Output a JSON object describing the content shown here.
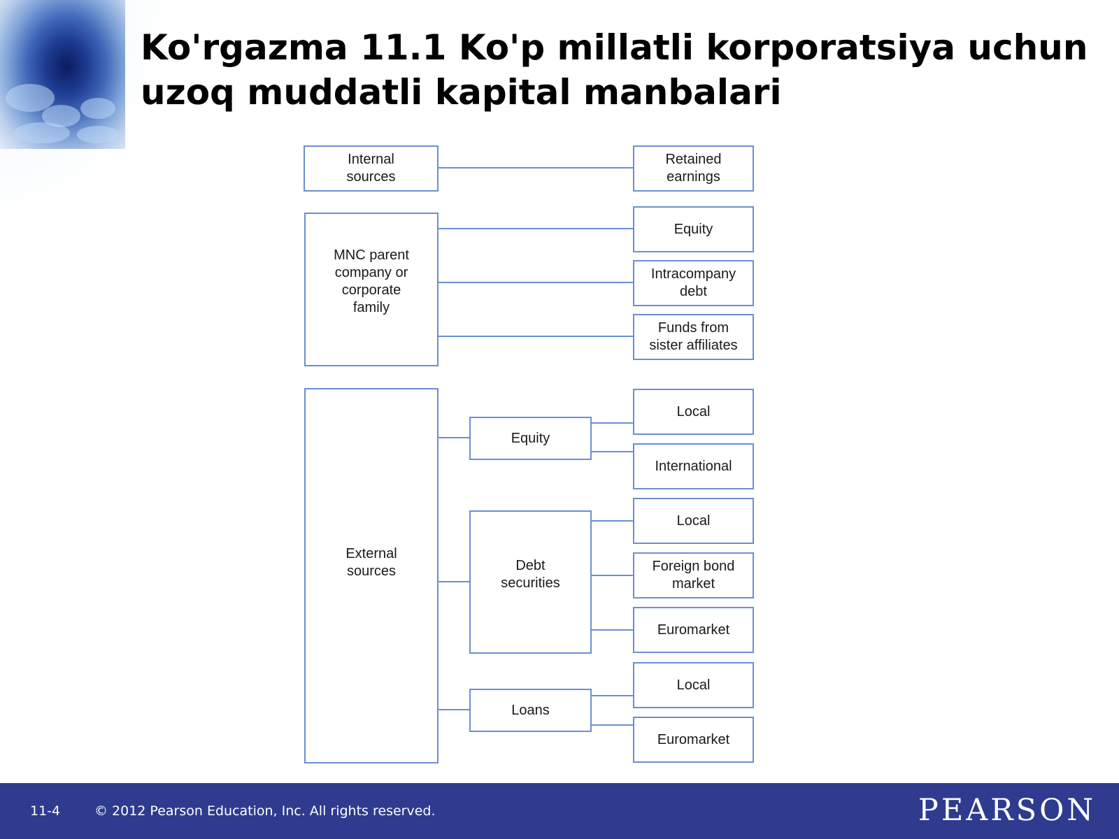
{
  "slide": {
    "title": "Ko'rgazma 11.1 Ko'p millatli korporatsiya uchun uzoq muddatli kapital manbalari"
  },
  "diagram": {
    "line_color": "#6a8fd3",
    "nodes": {
      "internal_sources": "Internal\nsources",
      "retained_earnings": "Retained\nearnings",
      "mnc_parent": "MNC parent\ncompany or\ncorporate\nfamily",
      "equity_parent": "Equity",
      "intracompany_debt": "Intracompany\ndebt",
      "funds_sister": "Funds from\nsister affiliates",
      "external_sources": "External\nsources",
      "equity_external": "Equity",
      "equity_local": "Local",
      "equity_international": "International",
      "debt_securities": "Debt\nsecurities",
      "debt_local": "Local",
      "foreign_bond_market": "Foreign bond\nmarket",
      "debt_euromarket": "Euromarket",
      "loans": "Loans",
      "loans_local": "Local",
      "loans_euromarket": "Euromarket"
    }
  },
  "footer": {
    "slide_number": "11-4",
    "copyright": "© 2012 Pearson Education, Inc. All rights reserved.",
    "logo": "PEARSON",
    "background": "#2e3b8f"
  }
}
